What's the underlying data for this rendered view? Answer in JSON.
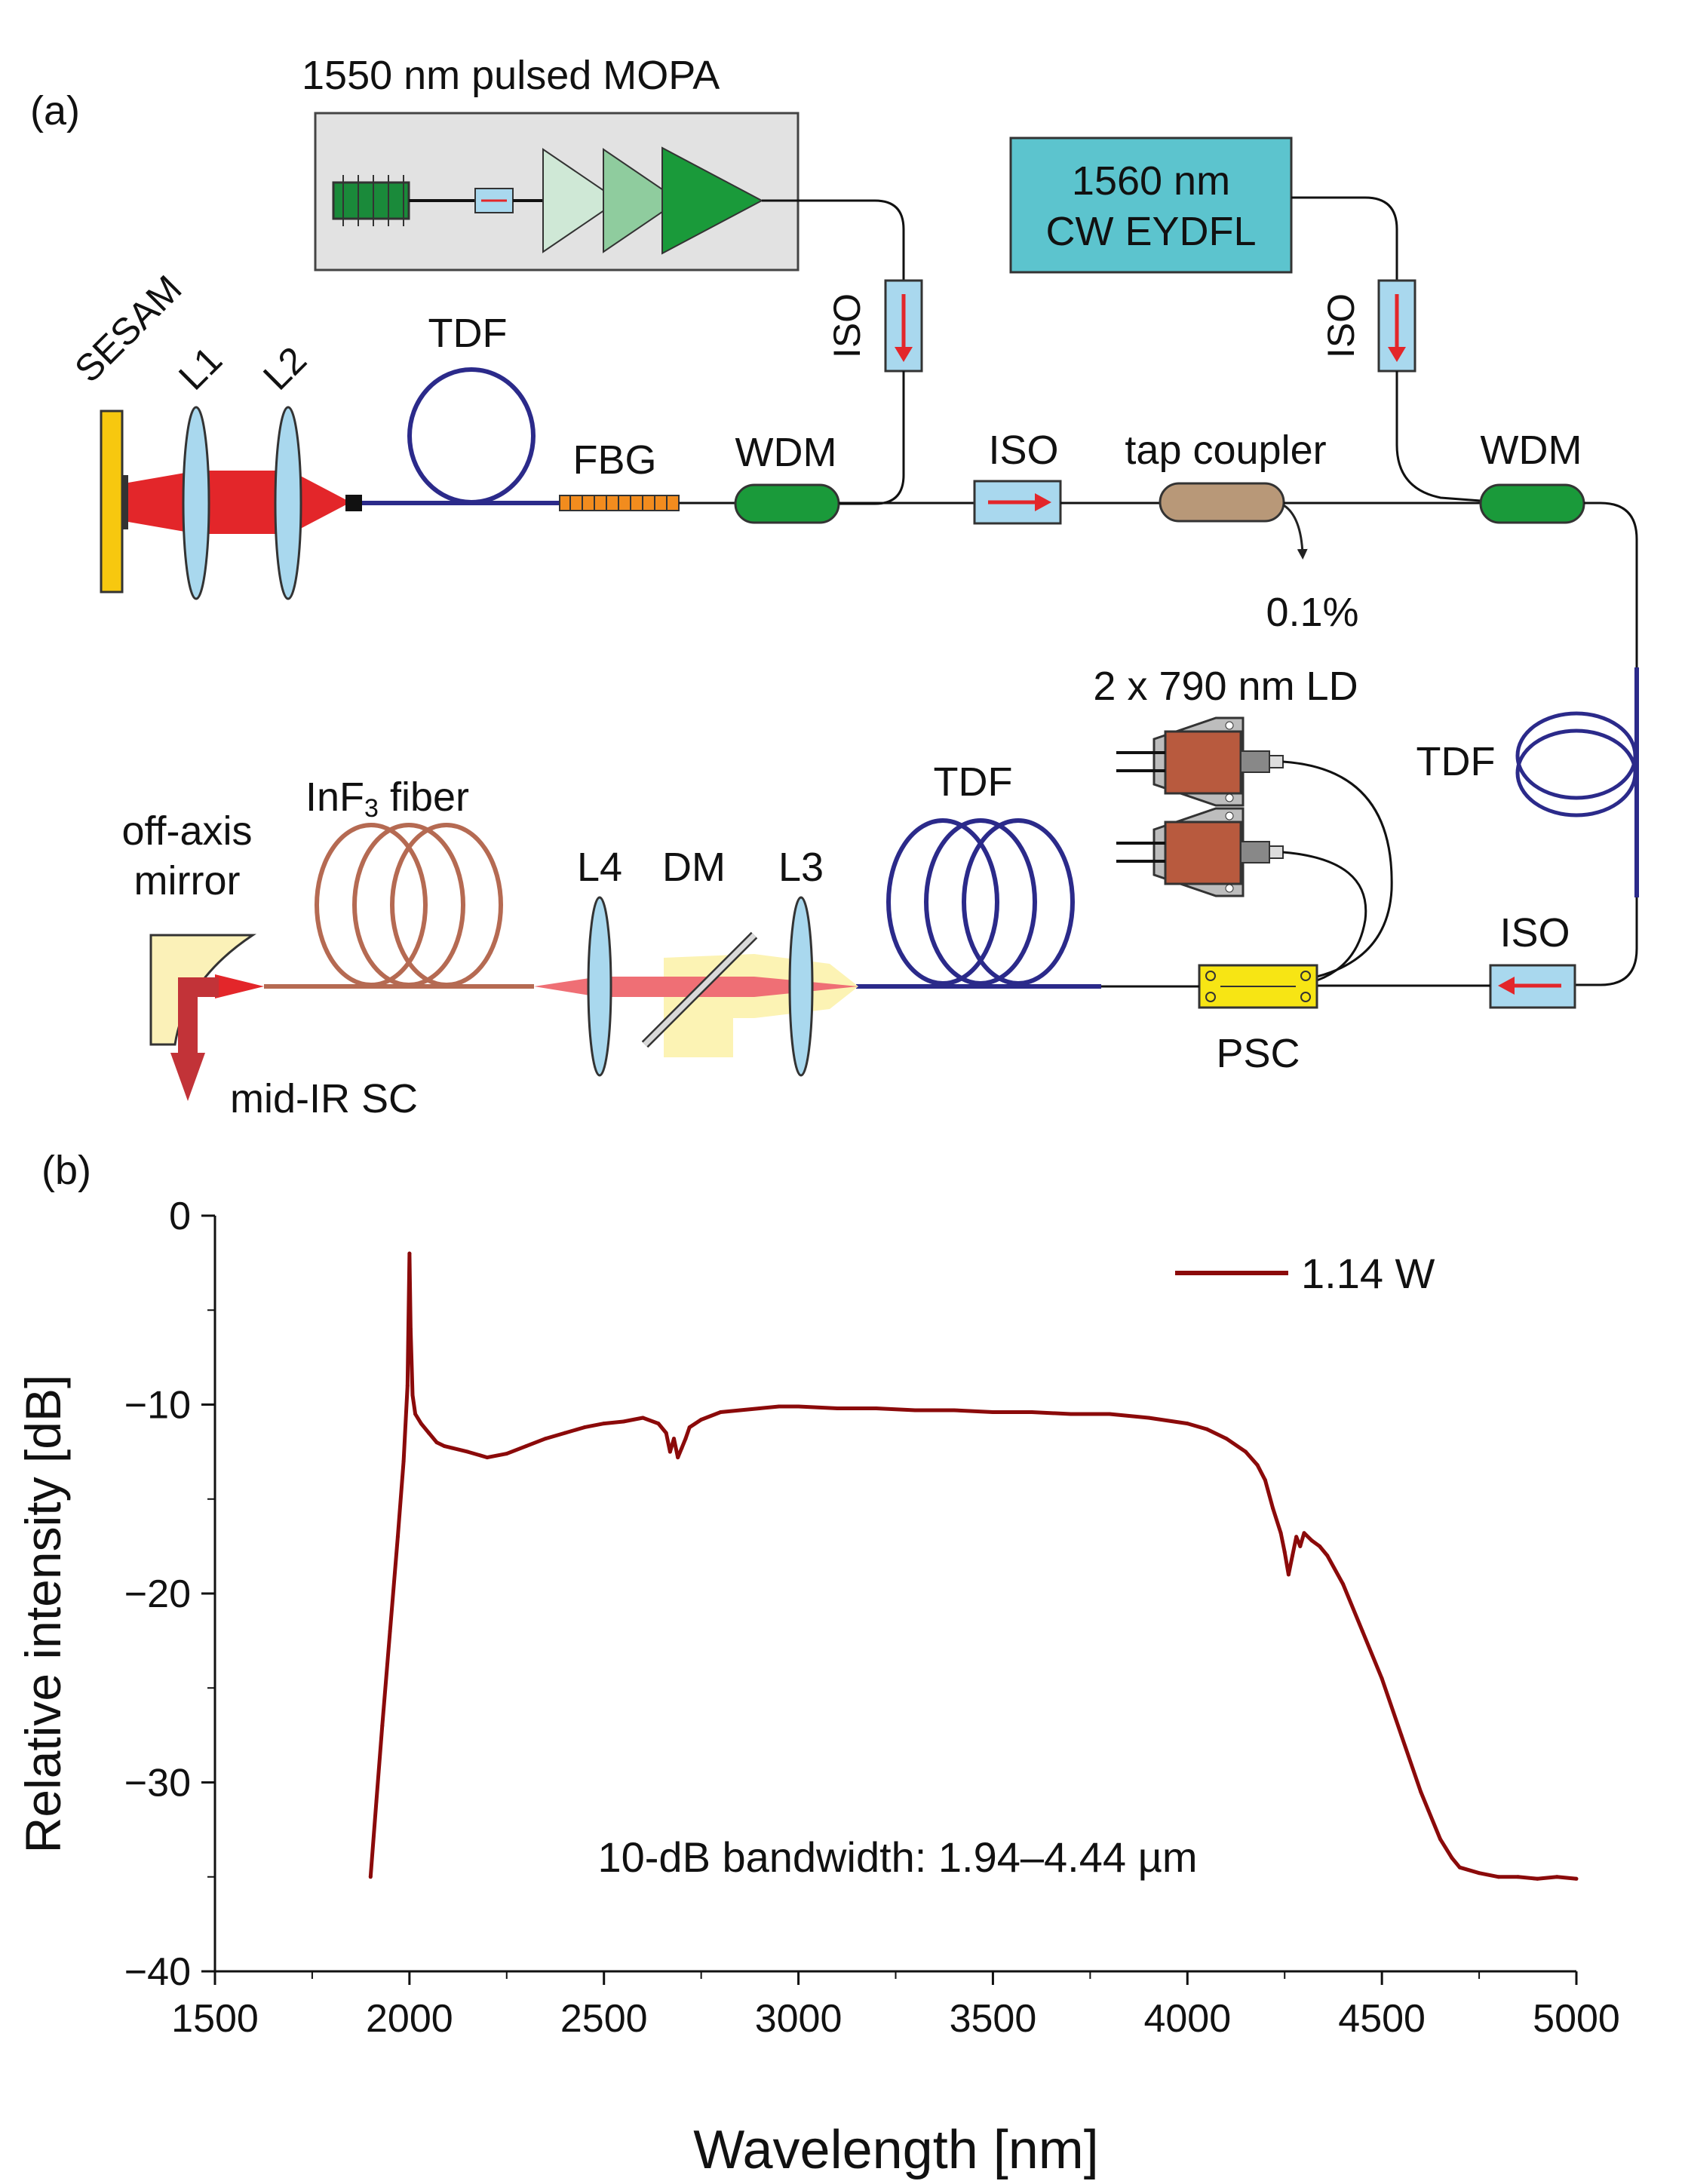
{
  "panel_a": {
    "label": "(a)",
    "mopa_label": "1550 nm pulsed MOPA",
    "cw_line1": "1560 nm",
    "cw_line2": "CW EYDFL",
    "sesam": "SESAM",
    "l1": "L1",
    "l2": "L2",
    "tdf1": "TDF",
    "fbg": "FBG",
    "wdm1": "WDM",
    "iso_vert1": "ISO",
    "iso_main": "ISO",
    "tap": "tap coupler",
    "tap_pct": "0.1%",
    "iso_vert2": "ISO",
    "wdm2": "WDM",
    "tdf2": "TDF",
    "ld": "2 x 790 nm LD",
    "iso_return": "ISO",
    "tdf3": "TDF",
    "psc": "PSC",
    "l3": "L3",
    "dm": "DM",
    "l4": "L4",
    "inf3_a": "InF",
    "inf3_sub": "3",
    "inf3_b": " fiber",
    "mirror_line1": "off-axis",
    "mirror_line2": "mirror",
    "sc": "mid-IR SC"
  },
  "colors": {
    "fiber_blue": "#2b2a8a",
    "inf_brown": "#b56a52",
    "beam_red": "#e3262a",
    "wdm_green": "#1a9a3a",
    "iso_blue": "#a9d8ee",
    "cw_box": "#5cc4ce",
    "trace": "#8b0a0a"
  },
  "chart_data": {
    "type": "line",
    "panel_label": "(b)",
    "xlabel": "Wavelength [nm]",
    "ylabel": "Relative intensity [dB]",
    "xlim": [
      1500,
      5000
    ],
    "ylim": [
      -40,
      0
    ],
    "xticks": [
      1500,
      2000,
      2500,
      3000,
      3500,
      4000,
      4500,
      5000
    ],
    "yticks": [
      0,
      -10,
      -20,
      -30,
      -40
    ],
    "ytick_labels": [
      "0",
      "−10",
      "−20",
      "−30",
      "−40"
    ],
    "grid": false,
    "legend_position": "top-right",
    "annotation": "10-dB bandwidth: 1.94–4.44 µm",
    "series": [
      {
        "name": "1.14 W",
        "x": [
          1900,
          1915,
          1930,
          1950,
          1970,
          1985,
          1995,
          2000,
          2003,
          2008,
          2015,
          2030,
          2050,
          2070,
          2090,
          2110,
          2150,
          2200,
          2250,
          2300,
          2350,
          2400,
          2450,
          2500,
          2550,
          2600,
          2640,
          2660,
          2670,
          2680,
          2690,
          2700,
          2710,
          2720,
          2750,
          2800,
          2850,
          2900,
          2950,
          3000,
          3100,
          3200,
          3300,
          3400,
          3500,
          3600,
          3700,
          3800,
          3900,
          4000,
          4050,
          4100,
          4150,
          4180,
          4200,
          4220,
          4240,
          4250,
          4260,
          4270,
          4280,
          4290,
          4300,
          4320,
          4340,
          4360,
          4400,
          4450,
          4500,
          4550,
          4600,
          4620,
          4650,
          4680,
          4700,
          4750,
          4800,
          4850,
          4900,
          4950,
          5000
        ],
        "y": [
          -35,
          -31,
          -27,
          -22,
          -17,
          -13,
          -9,
          -2,
          -6,
          -9.5,
          -10.5,
          -11,
          -11.5,
          -12,
          -12.2,
          -12.3,
          -12.5,
          -12.8,
          -12.6,
          -12.2,
          -11.8,
          -11.5,
          -11.2,
          -11,
          -10.9,
          -10.7,
          -11,
          -11.5,
          -12.5,
          -11.8,
          -12.8,
          -12.3,
          -11.8,
          -11.2,
          -10.8,
          -10.4,
          -10.3,
          -10.2,
          -10.1,
          -10.1,
          -10.2,
          -10.2,
          -10.3,
          -10.3,
          -10.4,
          -10.4,
          -10.5,
          -10.5,
          -10.7,
          -11,
          -11.3,
          -11.8,
          -12.5,
          -13.2,
          -14,
          -15.5,
          -16.8,
          -17.8,
          -19,
          -18,
          -17,
          -17.5,
          -16.8,
          -17.2,
          -17.5,
          -18,
          -19.5,
          -22,
          -24.5,
          -27.5,
          -30.5,
          -31.5,
          -33,
          -34,
          -34.5,
          -34.8,
          -35,
          -35,
          -35.1,
          -35,
          -35.1
        ]
      }
    ]
  }
}
